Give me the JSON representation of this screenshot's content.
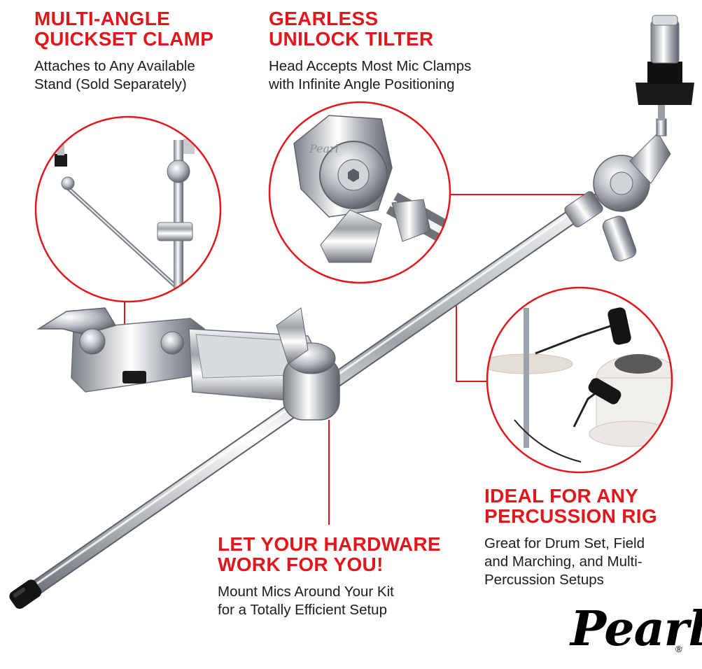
{
  "callouts": {
    "clamp": {
      "title_line1": "MULTI-ANGLE",
      "title_line2": "QUICKSET CLAMP",
      "desc_line1": "Attaches to Any Available",
      "desc_line2": "Stand (Sold Separately)"
    },
    "tilter": {
      "title_line1": "GEARLESS",
      "title_line2": "UNILOCK TILTER",
      "desc_line1": "Head Accepts Most Mic Clamps",
      "desc_line2": "with Infinite Angle Positioning"
    },
    "rig": {
      "title_line1": "IDEAL FOR ANY",
      "title_line2": "PERCUSSION RIG",
      "desc_line1": "Great for Drum Set, Field",
      "desc_line2": "and Marching, and Multi-",
      "desc_line3": "Percussion Setups"
    },
    "hardware": {
      "title_line1": "LET YOUR HARDWARE",
      "title_line2": "WORK FOR YOU!",
      "desc_line1": "Mount Mics Around Your Kit",
      "desc_line2": "for a Totally Efficient Setup"
    }
  },
  "brand": {
    "logo_text": "Pearl",
    "registered_mark": "®",
    "engraving": "Pearl"
  },
  "colors": {
    "accent_red": "#e3161b",
    "chrome": "#c9ccd0",
    "text": "#1c1c1c"
  }
}
